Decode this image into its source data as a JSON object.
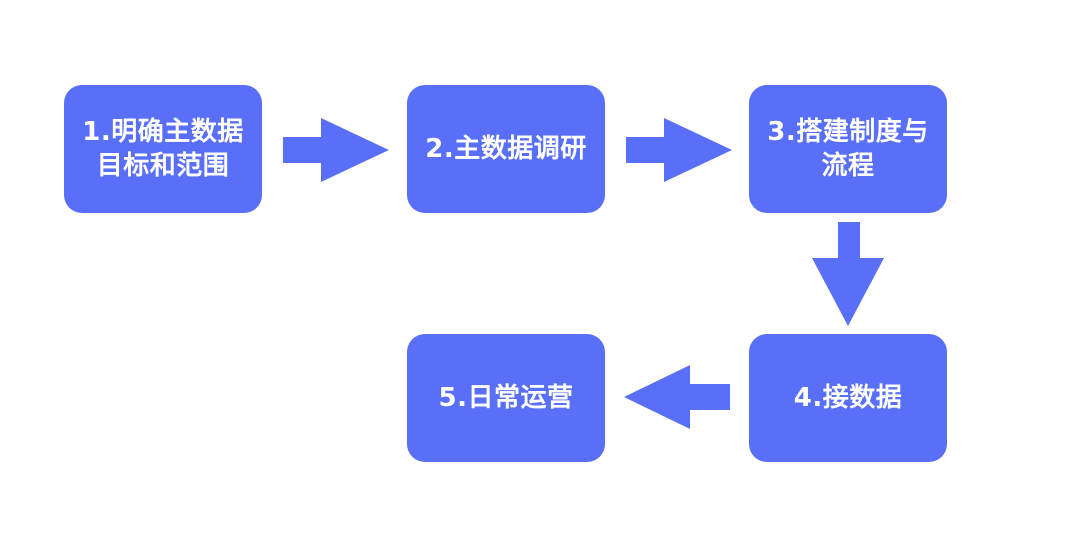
{
  "diagram": {
    "colors": {
      "box_fill": "#5a6ff8",
      "arrow_fill": "#5a6ff8",
      "text": "#ffffff",
      "background": "#ffffff"
    },
    "steps": [
      {
        "id": "1",
        "label": "1.明确主数据\n目标和范围"
      },
      {
        "id": "2",
        "label": "2.主数据调研"
      },
      {
        "id": "3",
        "label": "3.搭建制度与\n流程"
      },
      {
        "id": "4",
        "label": "4.接数据"
      },
      {
        "id": "5",
        "label": "5.日常运营"
      }
    ],
    "connections": [
      {
        "from": "1",
        "to": "2",
        "direction": "right"
      },
      {
        "from": "2",
        "to": "3",
        "direction": "right"
      },
      {
        "from": "3",
        "to": "4",
        "direction": "down"
      },
      {
        "from": "4",
        "to": "5",
        "direction": "left"
      }
    ]
  }
}
